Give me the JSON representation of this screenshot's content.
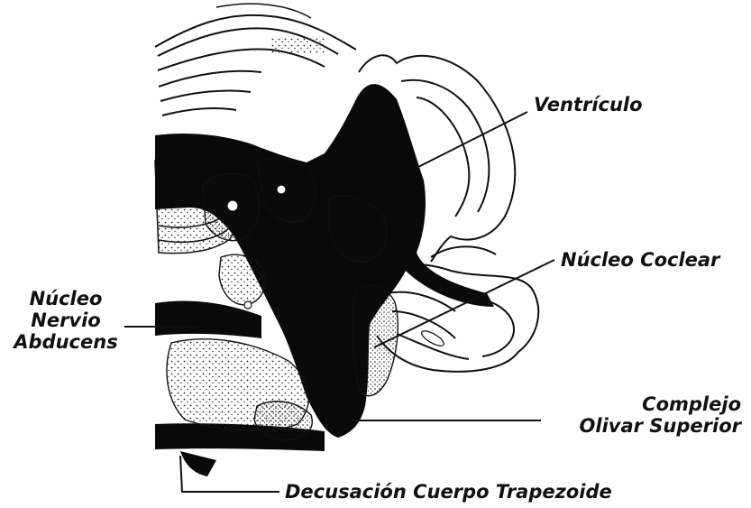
{
  "labels": {
    "ventriculo": "Ventrículo",
    "nucleo_coclear": "Núcleo Coclear",
    "nucleo_abducens": [
      "Núcleo",
      "Nervio",
      "Abducens"
    ],
    "complejo_olivar": [
      "Complejo",
      "Olivar Superior"
    ],
    "decusacion": "Decusación Cuerpo Trapezoide"
  }
}
